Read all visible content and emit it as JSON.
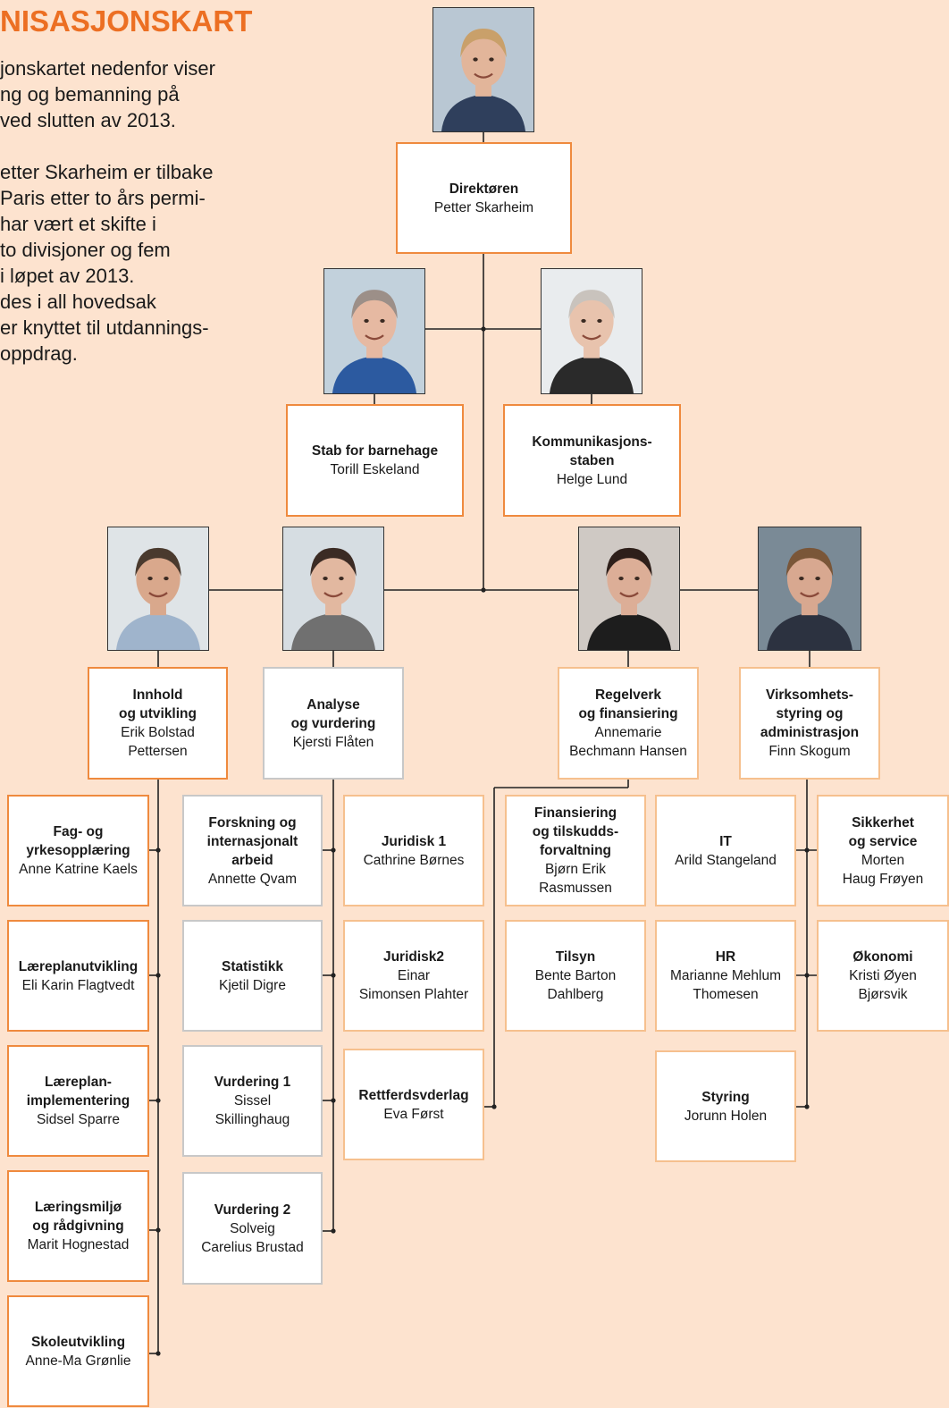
{
  "title": "NISASJONSKART",
  "intro": [
    "jonskartet nedenfor viser\nng og bemanning på\nved slutten av 2013.",
    "etter Skarheim er tilbake\n Paris etter to års permi-\nhar vært et skifte i\n to divisjoner og fem\n i løpet av 2013.\ndes i all hovedsak\ner knyttet til utdannings-\noppdrag."
  ],
  "colors": {
    "background": "#fde3cf",
    "title": "#ec6f23",
    "box_border": "#ef8a3e",
    "box_border_light": "#f6c08e",
    "box_border_grey": "#c8c8c8"
  },
  "director": {
    "title": "Direktøren",
    "name": "Petter Skarheim",
    "icon": "portrait-photo"
  },
  "staff": [
    {
      "title": "Stab for barnehage",
      "name": "Torill Eskeland",
      "icon": "portrait-photo"
    },
    {
      "title": "Kommunikasjons-\nstaben",
      "name": "Helge Lund",
      "icon": "portrait-photo"
    }
  ],
  "divisions": [
    {
      "title": "Innhold\nog utvikling",
      "name": "Erik Bolstad\nPettersen",
      "icon": "portrait-photo",
      "units": [
        {
          "title": "Fag- og\nyrkesopplæring",
          "name": "Anne Katrine Kaels"
        },
        {
          "title": "Læreplanutvikling",
          "name": "Eli Karin Flagtvedt"
        },
        {
          "title": "Læreplan-\nimplementering",
          "name": "Sidsel Sparre"
        },
        {
          "title": "Læringsmiljø\nog rådgivning",
          "name": "Marit Hognestad"
        },
        {
          "title": "Skoleutvikling",
          "name": "Anne-Ma Grønlie"
        }
      ]
    },
    {
      "title": "Analyse\nog vurdering",
      "name": "Kjersti Flåten",
      "icon": "portrait-photo",
      "units": [
        {
          "title": "Forskning og\ninternasjonalt\narbeid",
          "name": "Annette Qvam"
        },
        {
          "title": "Statistikk",
          "name": "Kjetil Digre"
        },
        {
          "title": "Vurdering 1",
          "name": "Sissel\nSkillinghaug"
        },
        {
          "title": "Vurdering 2",
          "name": "Solveig\nCarelius Brustad"
        }
      ]
    },
    {
      "title": "Regelverk\nog finansiering",
      "name": "Annemarie\nBechmann Hansen",
      "icon": "portrait-photo",
      "units": [
        {
          "title": "Juridisk 1",
          "name": "Cathrine Børnes"
        },
        {
          "title": "Juridisk2",
          "name": "Einar\nSimonsen Plahter"
        },
        {
          "title": "Rettferdsvderlag",
          "name": "Eva Først"
        },
        {
          "title": "Finansiering\nog tilskudds-\nforvaltning",
          "name": "Bjørn Erik\nRasmussen"
        },
        {
          "title": "Tilsyn",
          "name": "Bente Barton\nDahlberg"
        }
      ]
    },
    {
      "title": "Virksomhets-\nstyring og\nadministrasjon",
      "name": "Finn Skogum",
      "icon": "portrait-photo",
      "units": [
        {
          "title": "IT",
          "name": "Arild Stangeland"
        },
        {
          "title": "HR",
          "name": "Marianne Mehlum\nThomesen"
        },
        {
          "title": "Styring",
          "name": "Jorunn Holen"
        },
        {
          "title": "Sikkerhet\nog service",
          "name": "Morten\nHaug Frøyen"
        },
        {
          "title": "Økonomi",
          "name": "Kristi Øyen\nBjørsvik"
        }
      ]
    }
  ]
}
